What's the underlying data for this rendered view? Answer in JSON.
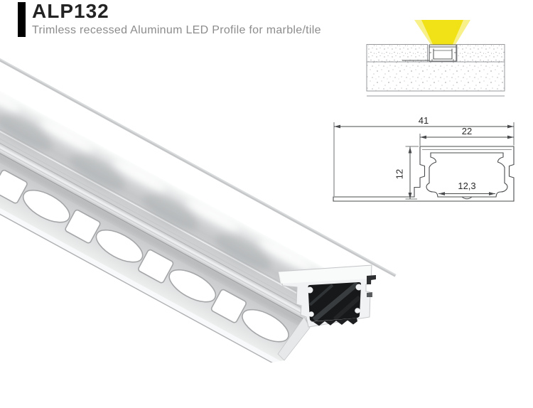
{
  "header": {
    "title": "ALP132",
    "subtitle": "Trimless recessed Aluminum LED Profile for marble/tile"
  },
  "drawing": {
    "dim_total_width": "41",
    "dim_channel_width": "22",
    "dim_height": "12",
    "dim_inner_width": "12,3"
  },
  "colors": {
    "accent_bar": "#000000",
    "title_text": "#232323",
    "subtitle_text": "#8c8c8c",
    "drawing_line": "#4a4c4e",
    "beam_core": "#f0e012",
    "beam_glow": "#f6ec6a",
    "metal_mid": "#c6c8ca",
    "metal_light": "#ebecec",
    "cavity_black": "#17181a"
  }
}
